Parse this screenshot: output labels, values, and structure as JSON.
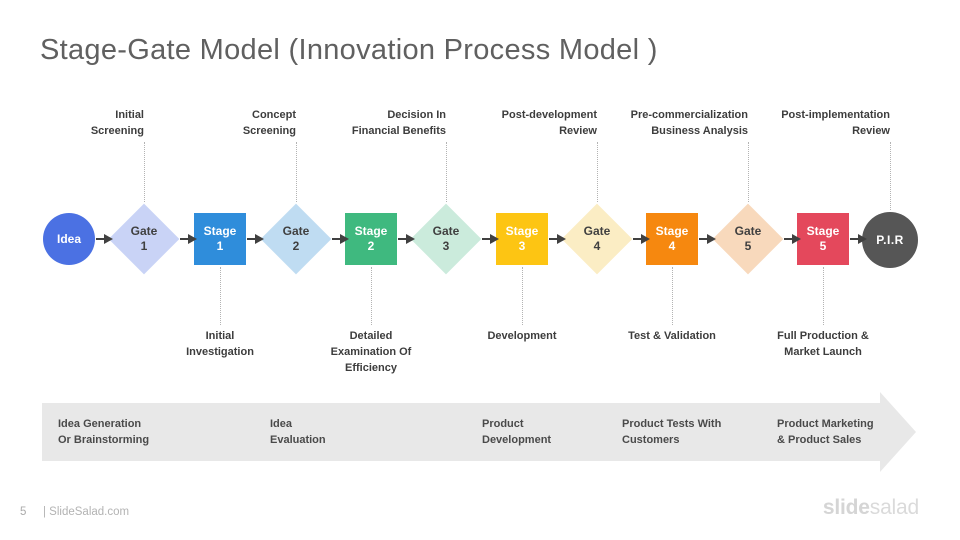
{
  "slide": {
    "title": "Stage-Gate Model (Innovation Process Model )"
  },
  "flow": {
    "nodes": [
      {
        "id": "idea",
        "shape": "circle",
        "label": "Idea",
        "color": "#4B71E3"
      },
      {
        "id": "gate-1",
        "shape": "diamond",
        "label": "Gate\n1",
        "color": "#C9D3F6"
      },
      {
        "id": "stage-1",
        "shape": "square",
        "label": "Stage\n1",
        "color": "#2F8DDB"
      },
      {
        "id": "gate-2",
        "shape": "diamond",
        "label": "Gate\n2",
        "color": "#BFDCF2"
      },
      {
        "id": "stage-2",
        "shape": "square",
        "label": "Stage\n2",
        "color": "#3FB97F"
      },
      {
        "id": "gate-3",
        "shape": "diamond",
        "label": "Gate\n3",
        "color": "#CBEBDC"
      },
      {
        "id": "stage-3",
        "shape": "square",
        "label": "Stage\n3",
        "color": "#FDC513"
      },
      {
        "id": "gate-4",
        "shape": "diamond",
        "label": "Gate\n4",
        "color": "#FBEDC4"
      },
      {
        "id": "stage-4",
        "shape": "square",
        "label": "Stage\n4",
        "color": "#F6880F"
      },
      {
        "id": "gate-5",
        "shape": "diamond",
        "label": "Gate\n5",
        "color": "#F8D9BC"
      },
      {
        "id": "stage-5",
        "shape": "square",
        "label": "Stage\n5",
        "color": "#E4485C"
      },
      {
        "id": "pir",
        "shape": "circle",
        "label": "P.I.R",
        "color": "#565656"
      }
    ],
    "top_labels": [
      "Initial\nScreening",
      "Concept\nScreening",
      "Decision In\nFinancial Benefits",
      "Post-development\nReview",
      "Pre-commercialization\nBusiness Analysis",
      "Post-implementation\nReview"
    ],
    "bottom_labels": [
      "Initial\nInvestigation",
      "Detailed\nExamination Of\nEfficiency",
      "Development",
      "Test & Validation",
      "Full Production &\nMarket Launch"
    ]
  },
  "band": {
    "color": "#E8E8E8",
    "items": [
      "Idea Generation\nOr Brainstorming",
      "Idea\nEvaluation",
      "Product\nDevelopment",
      "Product Tests With\nCustomers",
      "Product Marketing\n& Product Sales"
    ]
  },
  "footer": {
    "page_number": "5",
    "site": "| SlideSalad.com",
    "logo_bold": "slide",
    "logo_light": "salad"
  }
}
